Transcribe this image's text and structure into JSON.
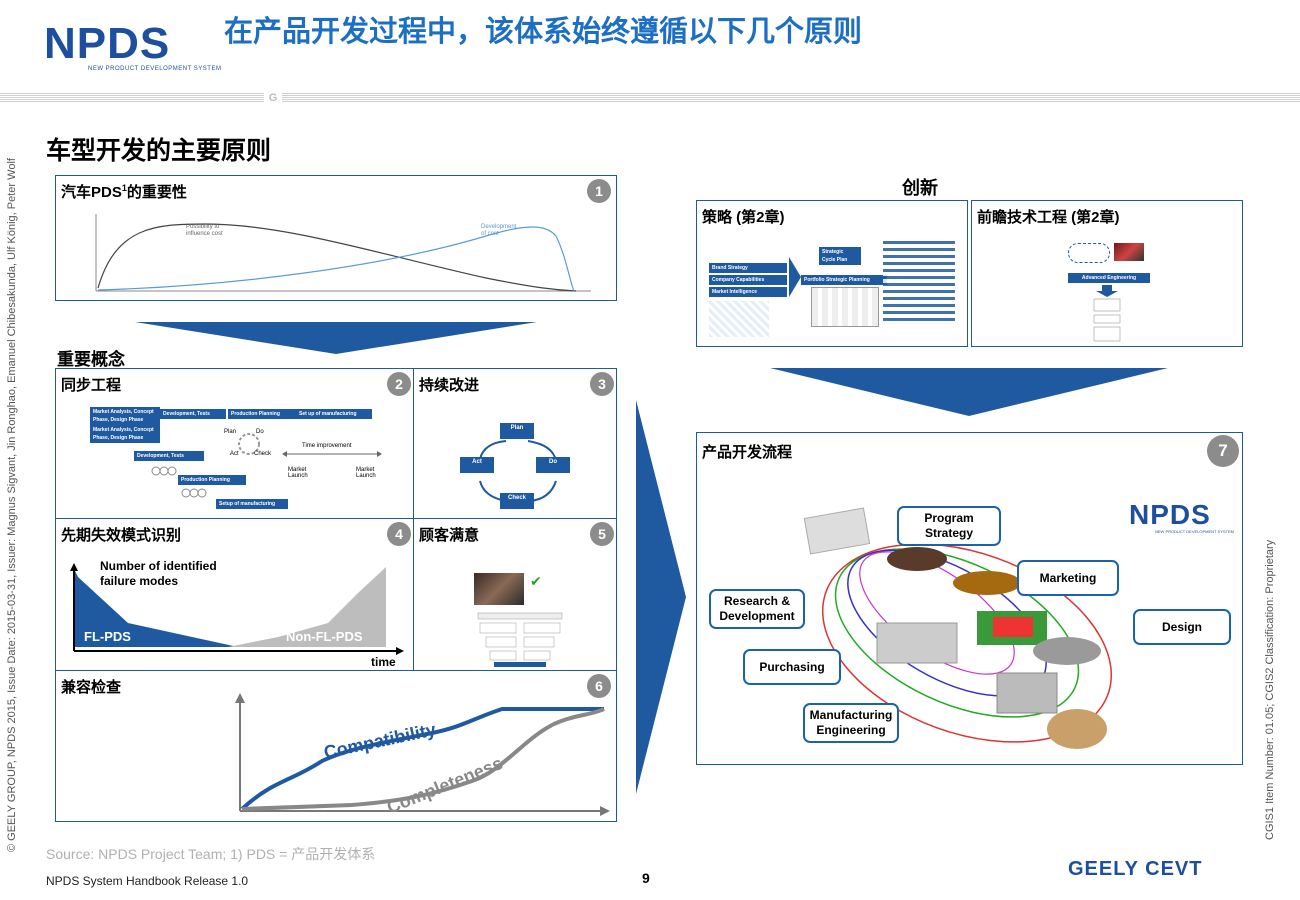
{
  "header": {
    "logo": "NPDS",
    "logo_subtitle": "NEW PRODUCT DEVELOPMENT SYSTEM",
    "title": "在产品开发过程中，该体系始终遵循以下几个原则"
  },
  "subtitle": "车型开发的主要原则",
  "importance": {
    "title_prefix": "汽车PDS",
    "title_sup": "1",
    "title_suffix": "的重要性",
    "number": "1",
    "curve1_label_line1": "Possibility to",
    "curve1_label_line2": "influence cost",
    "curve2_label_line1": "Development",
    "curve2_label_line2": "of cost"
  },
  "key_concepts_label": "重要概念",
  "concurrent": {
    "title": "同步工程",
    "number": "2",
    "chips_row1": [
      "Market Analysis, Concept Phase, Design Phase",
      "Development, Tests",
      "Production Planning",
      "Set up of manufacturing"
    ],
    "chips_stair": [
      "Market Analysis, Concept Phase, Design Phase",
      "Development, Tests",
      "Production Planning",
      "Setup of manufacturing"
    ],
    "pdca": [
      "Plan",
      "Do",
      "Act",
      "Check"
    ],
    "time_improvement": "Time improvement",
    "market_launch": "Market Launch"
  },
  "continuous": {
    "title": "持续改进",
    "number": "3",
    "plan": "Plan",
    "do": "Do",
    "check": "Check",
    "act": "Act"
  },
  "fmea": {
    "title": "先期失效模式识别",
    "number": "4",
    "label_line1": "Number of identified",
    "label_line2": "failure modes",
    "fl": "FL-PDS",
    "nonfl": "Non-FL-PDS",
    "time": "time"
  },
  "satisfaction": {
    "title": "顾客满意",
    "number": "5"
  },
  "compat": {
    "title": "兼容检查",
    "number": "6",
    "compatibility": "Compatibility",
    "completeness": "Completeness"
  },
  "innovation": {
    "label": "创新",
    "strategy_title": "策略 (第2章)",
    "advanced_title": "前瞻技术工程 (第2章)",
    "strategy_chips": [
      "Brand Strategy",
      "Company Capabilities",
      "Market Intelligence",
      "Portfolio Strategic Planning",
      "Strategic Cycle Plan"
    ],
    "advanced_chip": "Advanced Engineering"
  },
  "process": {
    "title": "产品开发流程",
    "number": "7",
    "logo": "NPDS",
    "logo_subtitle": "NEW PRODUCT DEVELOPMENT SYSTEM",
    "program_strategy": "Program Strategy",
    "marketing": "Marketing",
    "research": "Research & Development",
    "design": "Design",
    "purchasing": "Purchasing",
    "manufacturing": "Manufacturing Engineering"
  },
  "footer": {
    "source": "Source: NPDS Project Team; 1) PDS = 产品开发体系",
    "handbook": "NPDS System Handbook Release 1.0",
    "page": "9",
    "company": "GEELY CEVT"
  },
  "side_left": "© GEELY GROUP, NPDS 2015, Issue Date: 2015-03-31, Issuer: Magnus Sigvant, Jin Ronghao, Emanuel Chibesakunda, Ulf König, Peter Wolf",
  "side_right": "CGIS1 Item Number: 01.05; CGIS2 Classification: Proprietary",
  "colors": {
    "primary": "#1f5aa0",
    "title_blue": "#1d6fc4",
    "gray": "#8c8c8c"
  }
}
